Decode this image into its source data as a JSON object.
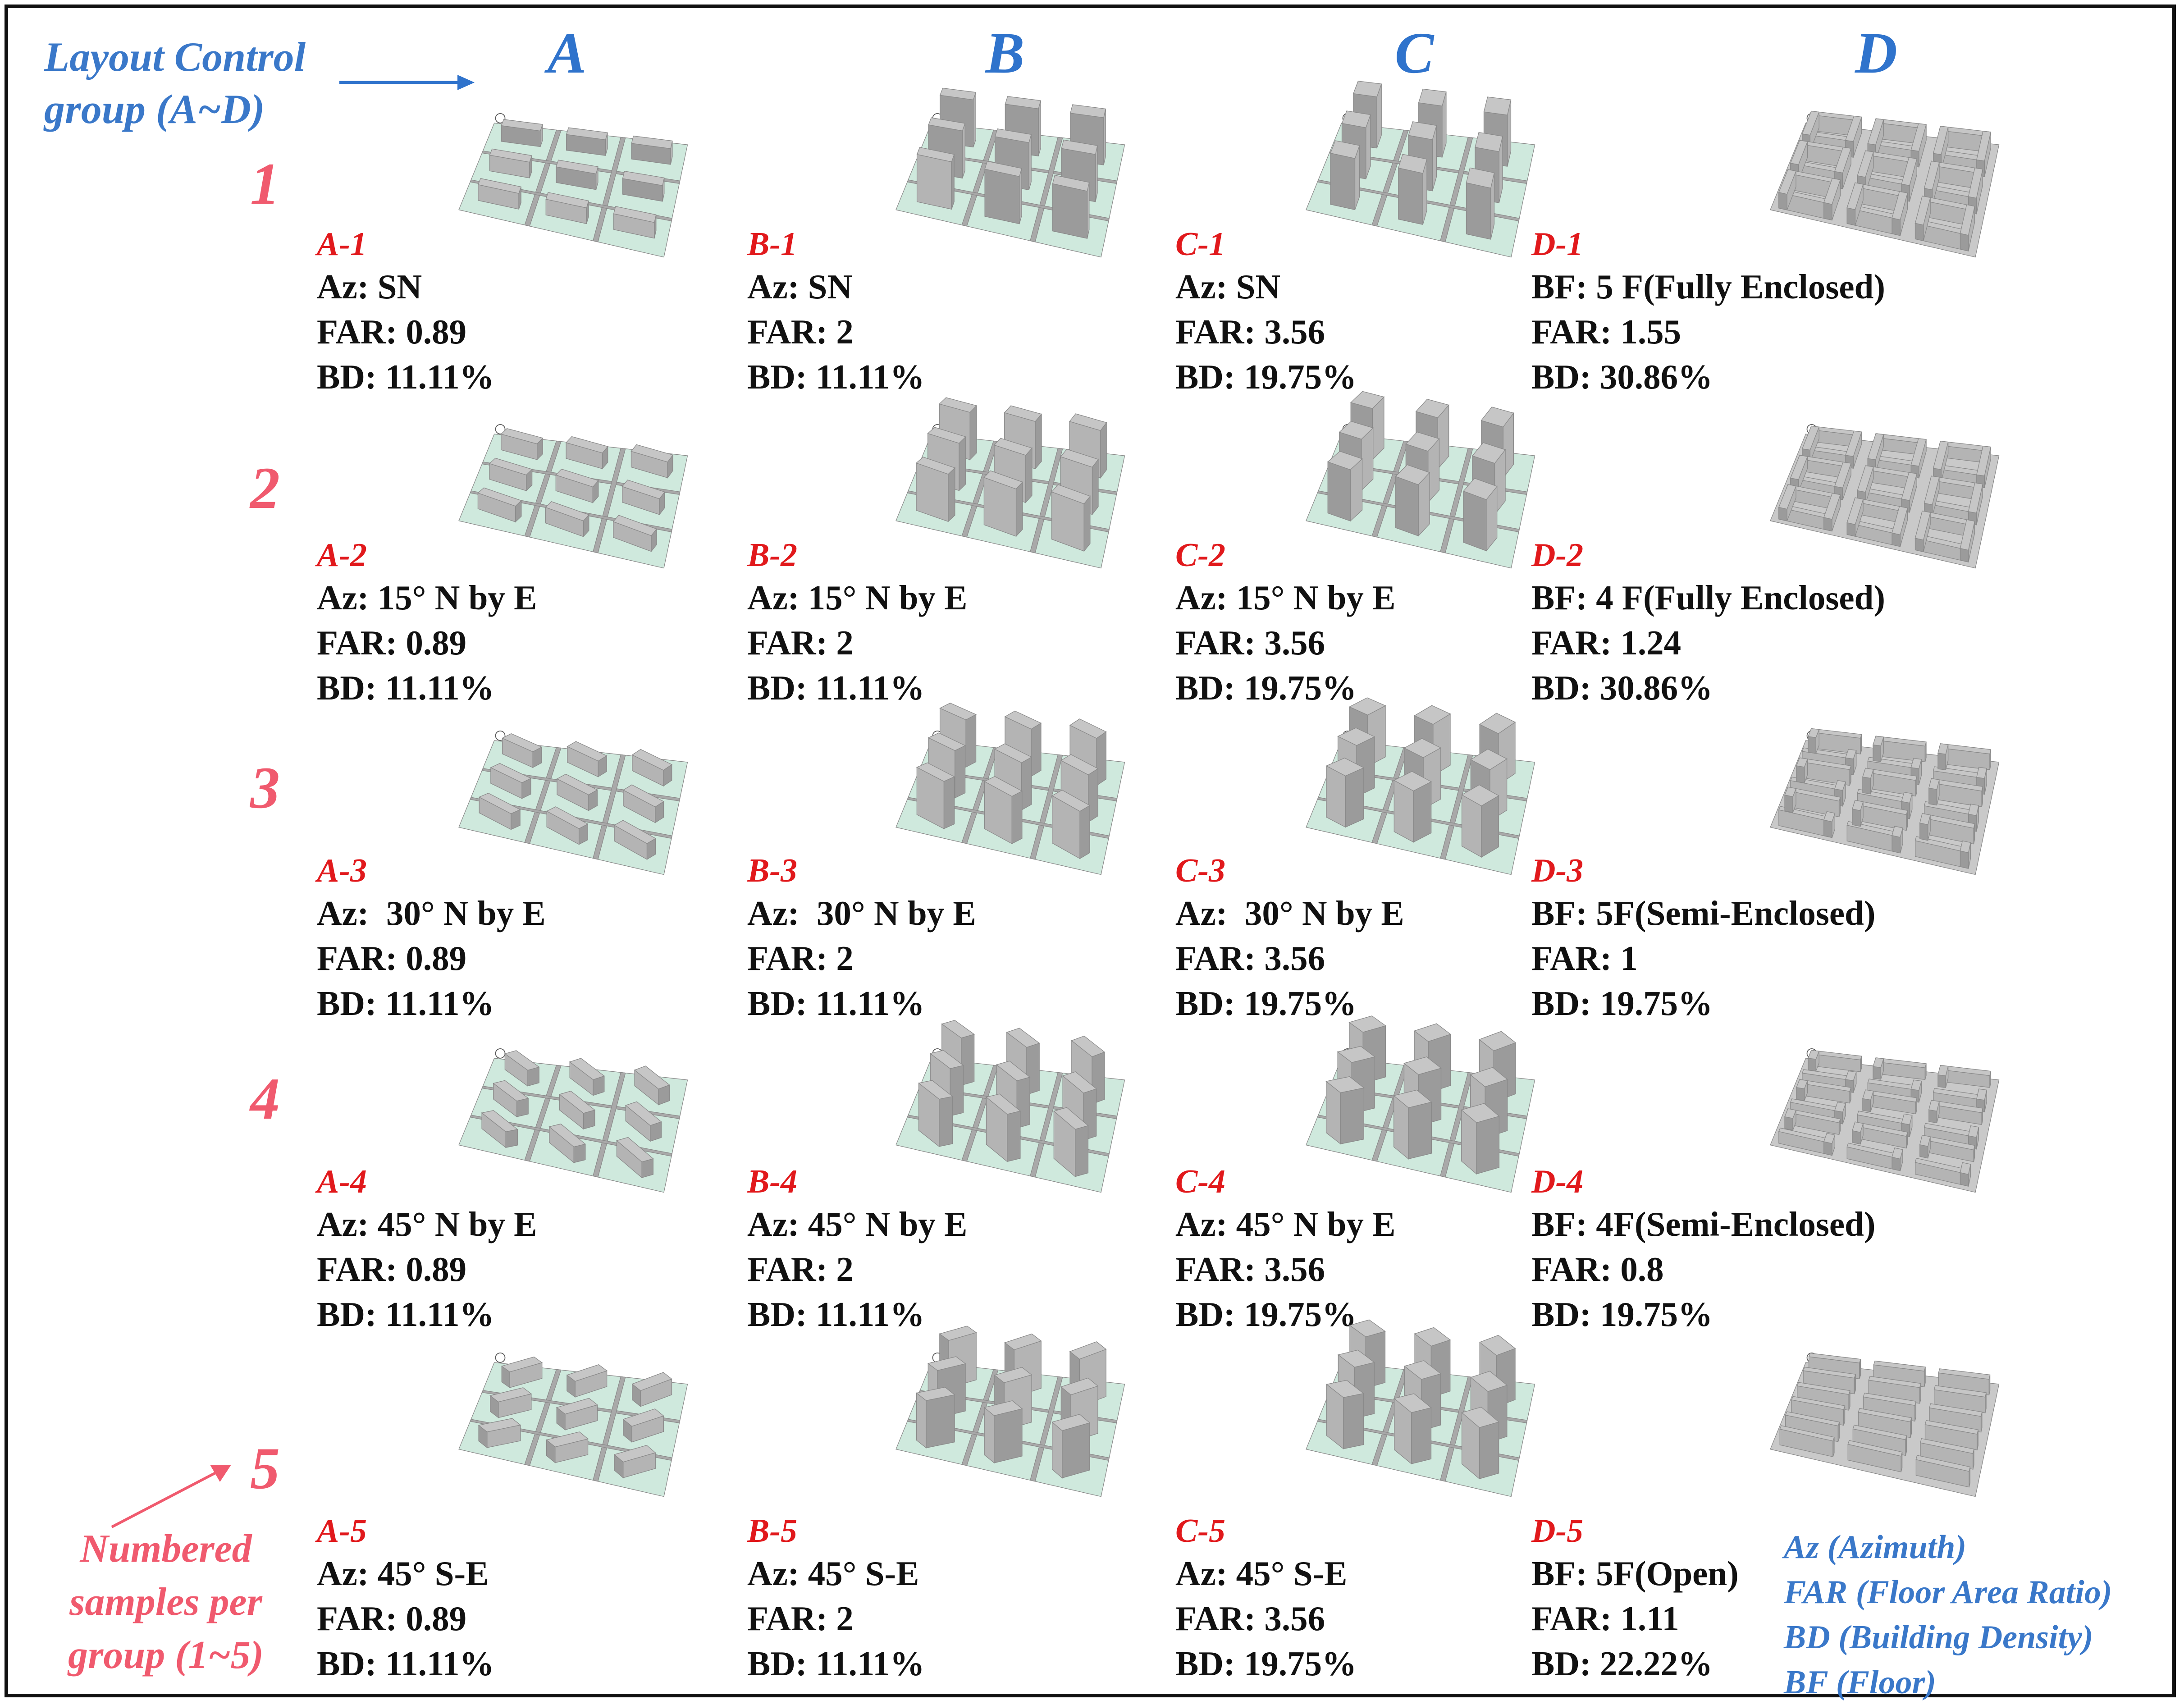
{
  "legend": {
    "top": [
      "Layout Control",
      "group (A~D)"
    ],
    "bottom_left": [
      "Numbered",
      "samples per",
      "group (1~5)"
    ],
    "abbreviations": [
      "Az (Azimuth)",
      "FAR (Floor Area Ratio)",
      "BD (Building Density)",
      "BF (Floor)"
    ]
  },
  "columns": [
    "A",
    "B",
    "C",
    "D"
  ],
  "rows": [
    "1",
    "2",
    "3",
    "4",
    "5"
  ],
  "colors": {
    "ground": "#cfe9dd",
    "road": "#a9a9a9",
    "building_top": "#c6c6c6",
    "building_front": "#9b9b9b",
    "building_side": "#b4b4b4",
    "blue_label": "#2f73cc",
    "red_label": "#e1191c",
    "pink_label": "#f05a6e"
  },
  "samples": [
    {
      "id": "A-1",
      "line1": "Az: SN",
      "line2": "FAR: 0.89",
      "line3": "BD: 11.11%"
    },
    {
      "id": "B-1",
      "line1": "Az: SN",
      "line2": "FAR: 2",
      "line3": "BD: 11.11%"
    },
    {
      "id": "C-1",
      "line1": "Az: SN",
      "line2": "FAR: 3.56",
      "line3": "BD: 19.75%"
    },
    {
      "id": "D-1",
      "line1": "BF: 5 F(Fully Enclosed)",
      "line2": "FAR: 1.55",
      "line3": "BD: 30.86%"
    },
    {
      "id": "A-2",
      "line1": "Az: 15° N by E",
      "line2": "FAR: 0.89",
      "line3": "BD: 11.11%"
    },
    {
      "id": "B-2",
      "line1": "Az: 15° N by E",
      "line2": "FAR: 2",
      "line3": "BD: 11.11%"
    },
    {
      "id": "C-2",
      "line1": "Az: 15° N by E",
      "line2": "FAR: 3.56",
      "line3": "BD: 19.75%"
    },
    {
      "id": "D-2",
      "line1": "BF: 4 F(Fully Enclosed)",
      "line2": "FAR: 1.24",
      "line3": "BD: 30.86%"
    },
    {
      "id": "A-3",
      "line1": "Az:  30° N by E",
      "line2": "FAR: 0.89",
      "line3": "BD: 11.11%"
    },
    {
      "id": "B-3",
      "line1": "Az:  30° N by E",
      "line2": "FAR: 2",
      "line3": "BD: 11.11%"
    },
    {
      "id": "C-3",
      "line1": "Az:  30° N by E",
      "line2": "FAR: 3.56",
      "line3": "BD: 19.75%"
    },
    {
      "id": "D-3",
      "line1": "BF: 5F(Semi-Enclosed)",
      "line2": "FAR: 1",
      "line3": "BD: 19.75%"
    },
    {
      "id": "A-4",
      "line1": "Az: 45° N by E",
      "line2": "FAR: 0.89",
      "line3": "BD: 11.11%"
    },
    {
      "id": "B-4",
      "line1": "Az: 45° N by E",
      "line2": "FAR: 2",
      "line3": "BD: 11.11%"
    },
    {
      "id": "C-4",
      "line1": "Az: 45° N by E",
      "line2": "FAR: 3.56",
      "line3": "BD: 19.75%"
    },
    {
      "id": "D-4",
      "line1": "BF: 4F(Semi-Enclosed)",
      "line2": "FAR: 0.8",
      "line3": "BD: 19.75%"
    },
    {
      "id": "A-5",
      "line1": "Az: 45° S-E",
      "line2": "FAR: 0.89",
      "line3": "BD: 11.11%"
    },
    {
      "id": "B-5",
      "line1": "Az: 45° S-E",
      "line2": "FAR: 2",
      "line3": "BD: 11.11%"
    },
    {
      "id": "C-5",
      "line1": "Az: 45° S-E",
      "line2": "FAR: 3.56",
      "line3": "BD: 19.75%"
    },
    {
      "id": "D-5",
      "line1": "BF: 5F(Open)",
      "line2": "FAR: 1.11",
      "line3": "BD: 22.22%"
    }
  ]
}
